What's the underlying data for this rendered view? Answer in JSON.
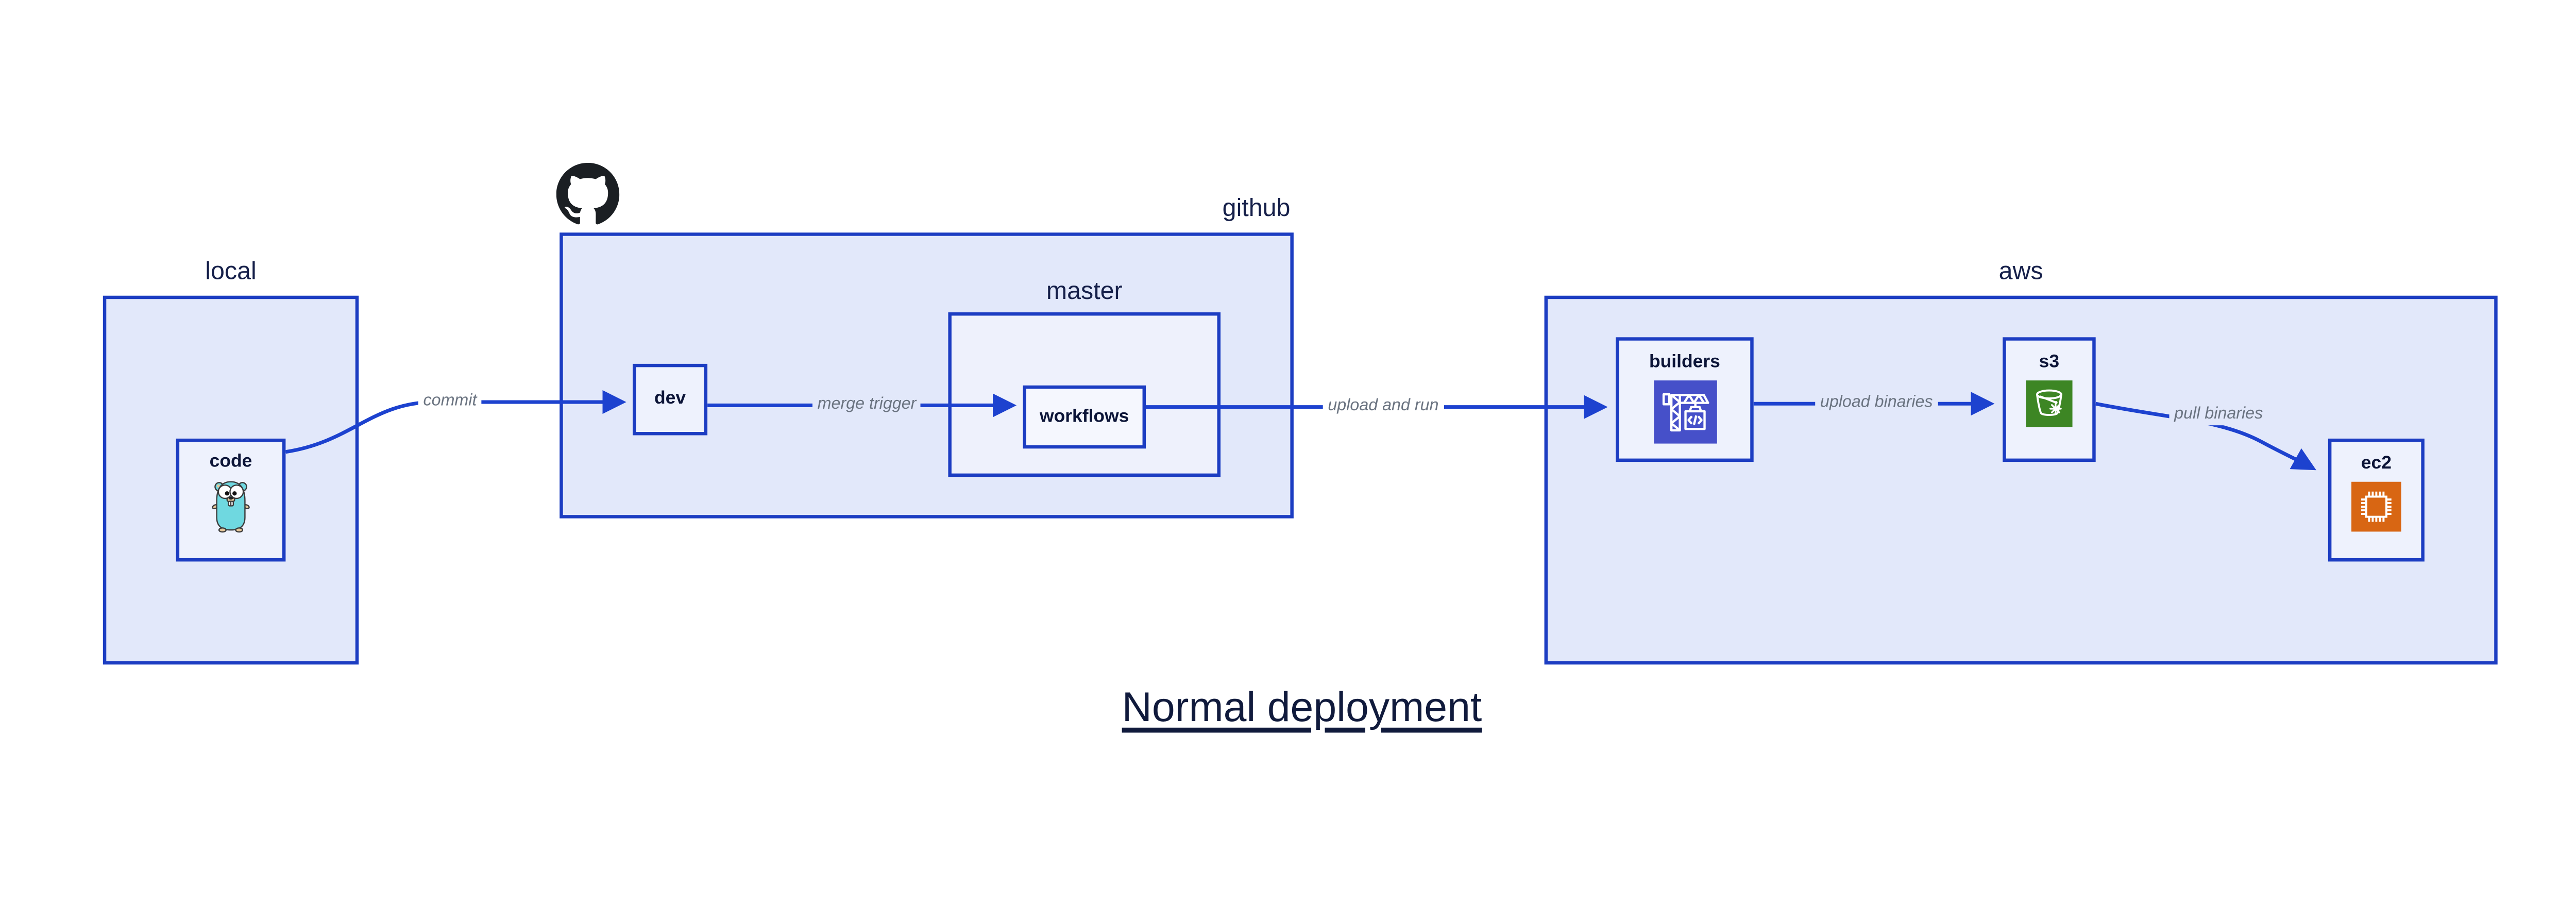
{
  "title": {
    "text": "Normal deployment"
  },
  "containers": {
    "local": {
      "label": "local"
    },
    "github": {
      "label": "github"
    },
    "master": {
      "label": "master"
    },
    "aws": {
      "label": "aws"
    }
  },
  "nodes": {
    "code": {
      "label": "code",
      "icon": "go-gopher-icon"
    },
    "dev": {
      "label": "dev"
    },
    "workflows": {
      "label": "workflows"
    },
    "builders": {
      "label": "builders",
      "icon": "aws-codebuild-crane-icon"
    },
    "s3": {
      "label": "s3",
      "icon": "aws-s3-bucket-icon"
    },
    "ec2": {
      "label": "ec2",
      "icon": "aws-ec2-chip-icon"
    }
  },
  "edges": [
    {
      "from": "code",
      "to": "dev",
      "label": "commit"
    },
    {
      "from": "dev",
      "to": "workflows",
      "label": "merge trigger"
    },
    {
      "from": "workflows",
      "to": "builders",
      "label": "upload and run"
    },
    {
      "from": "builders",
      "to": "s3",
      "label": "upload binaries"
    },
    {
      "from": "s3",
      "to": "ec2",
      "label": "pull binaries"
    }
  ],
  "logos": {
    "github_mark": "github-octocat-logo"
  },
  "colors": {
    "page_background": "#ffffff",
    "container_border_blue": "#1c3dc2",
    "container_fill": "#e2e8fa",
    "master_fill": "#eef1fc",
    "node_fill": "#eef2fd",
    "workflows_fill": "#f5f7fe",
    "edge_blue": "#1d42cf",
    "edge_label_gray": "#6a7380",
    "container_label_navy": "#16204a",
    "node_label_navy": "#0c1538",
    "title_navy": "#101a3c",
    "codebuild_indigo": "#4650c9",
    "s3_green": "#3d8624",
    "ec2_orange": "#d86613",
    "octocat_black": "#1b1f23",
    "gopher_teal": "#6fd8e0",
    "gopher_tan": "#e6c89c"
  }
}
